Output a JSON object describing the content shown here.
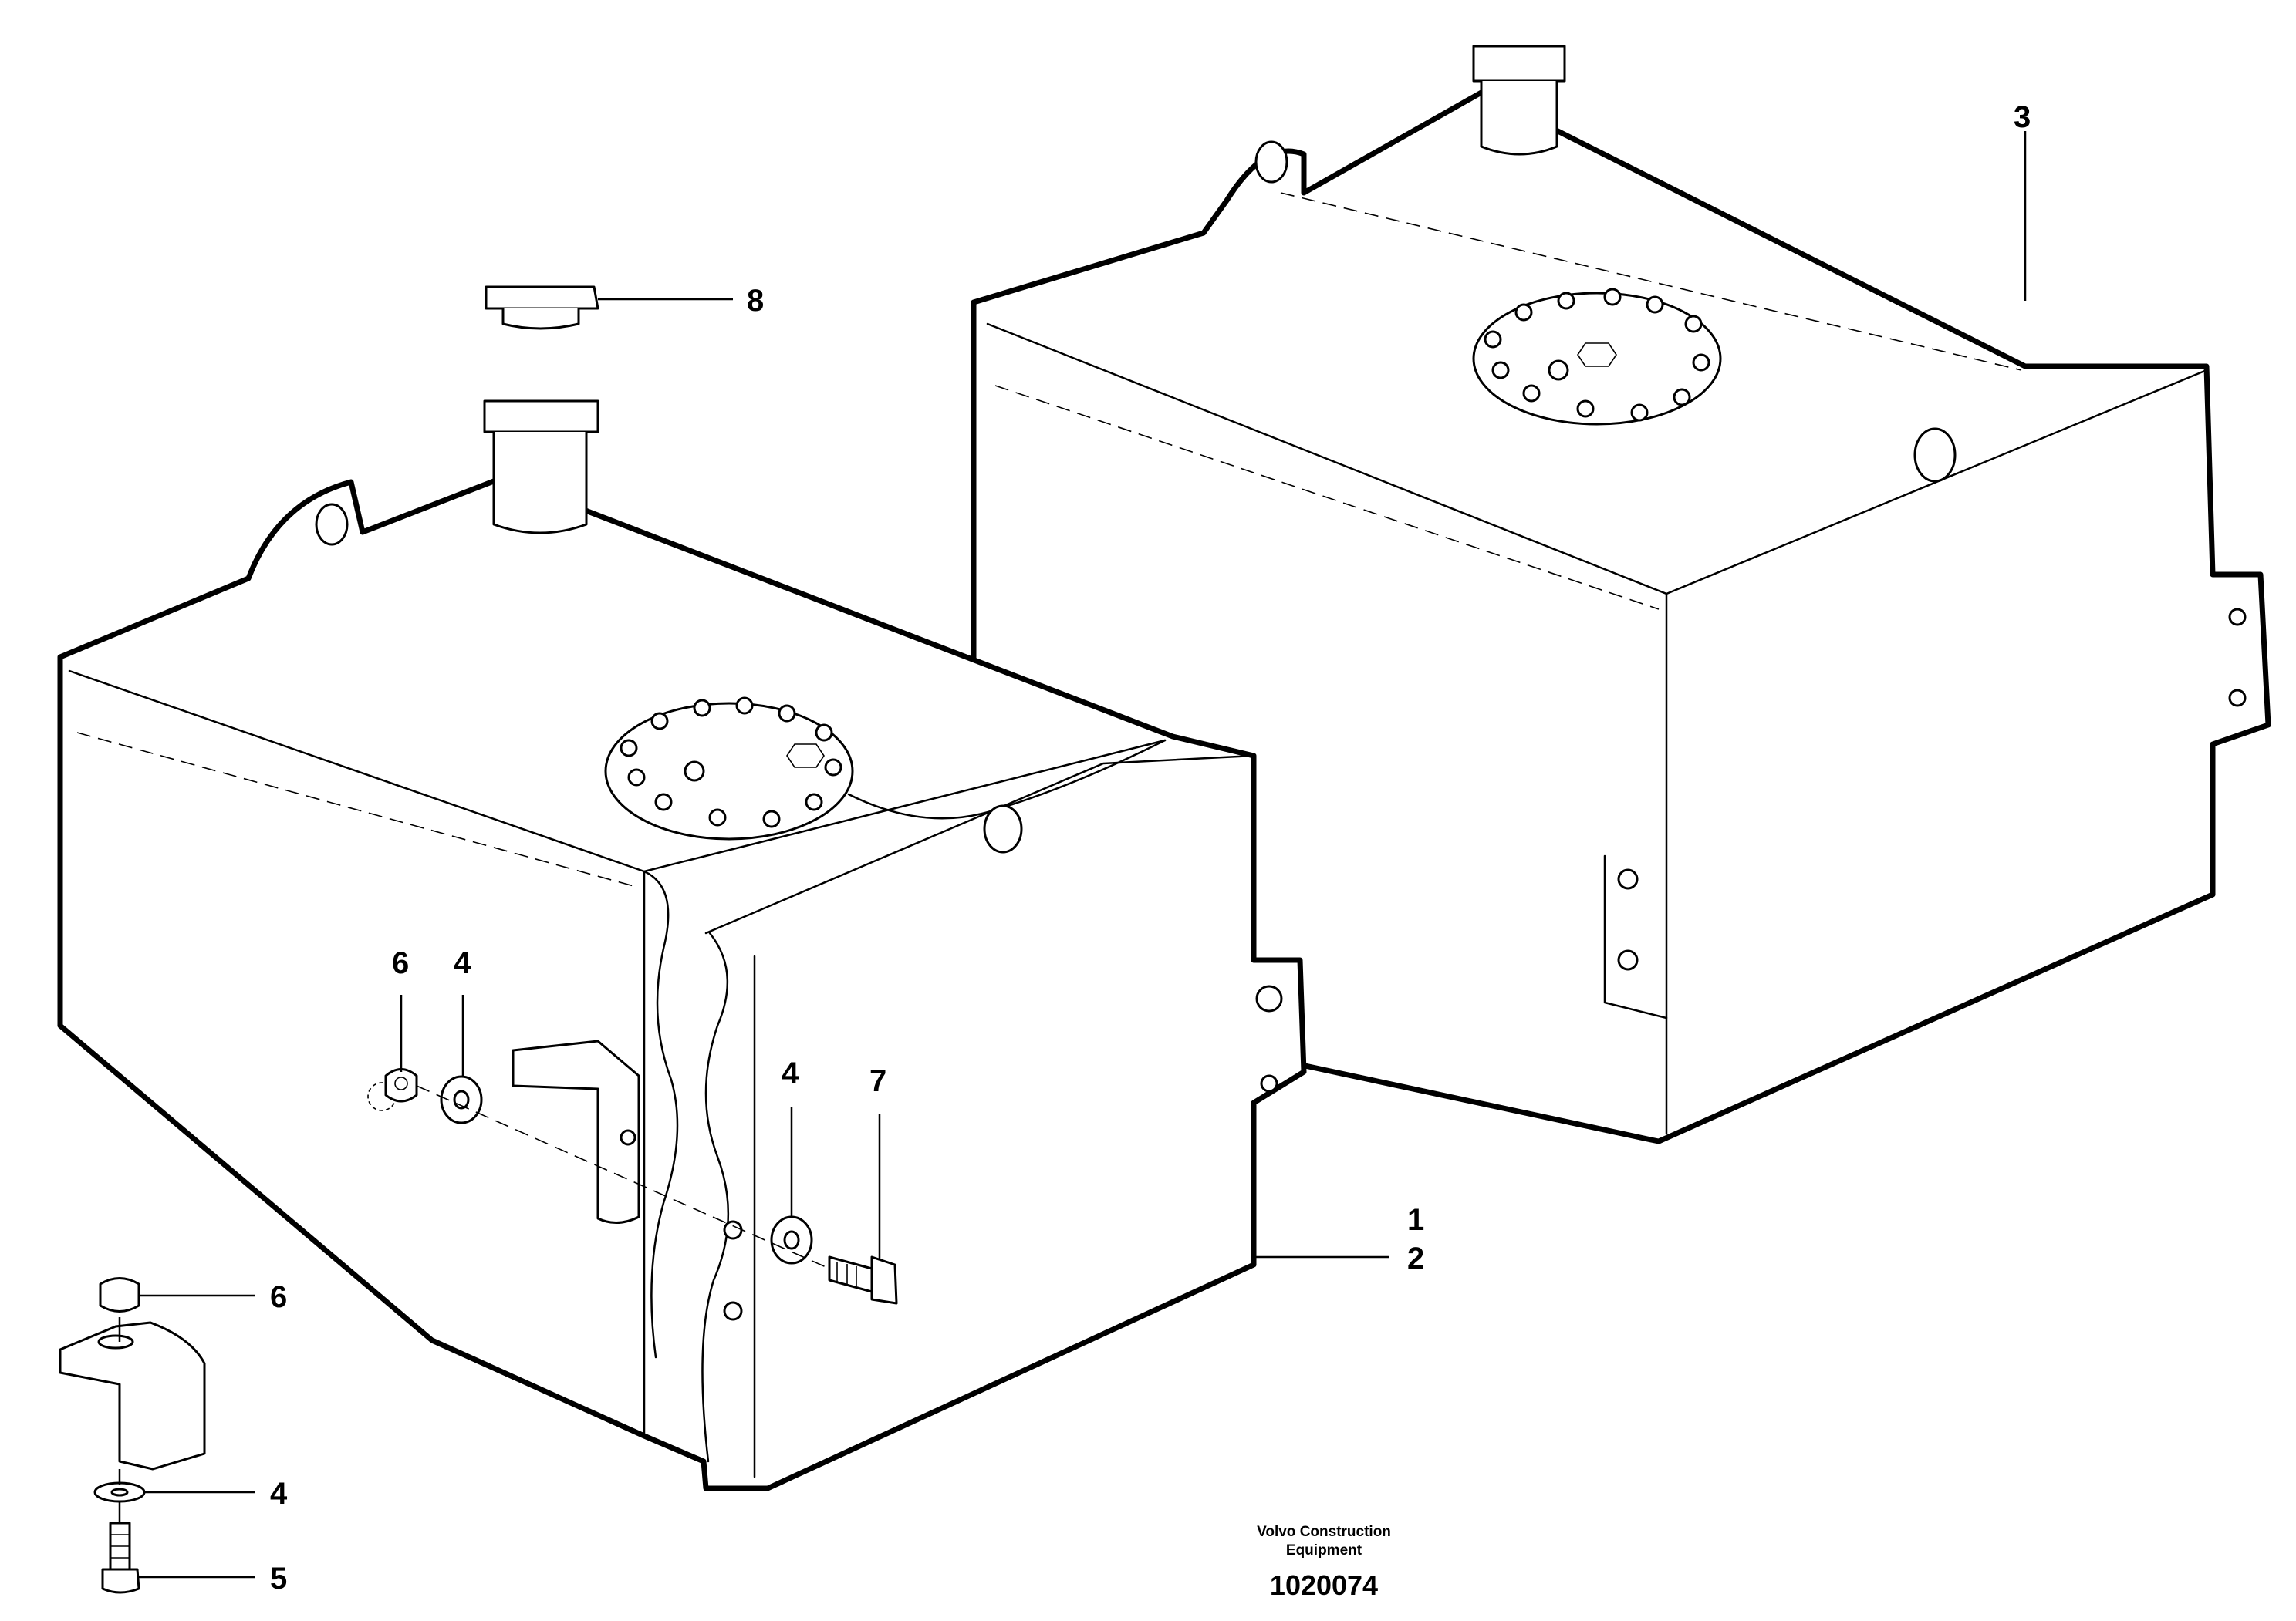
{
  "callouts": {
    "c1": "1",
    "c2": "2",
    "c3": "3",
    "c4a": "4",
    "c4b": "4",
    "c4c": "4",
    "c5": "5",
    "c6a": "6",
    "c6b": "6",
    "c7": "7",
    "c8": "8"
  },
  "footer": {
    "maker_line1": "Volvo Construction",
    "maker_line2": "Equipment",
    "doc_number": "1020074"
  }
}
